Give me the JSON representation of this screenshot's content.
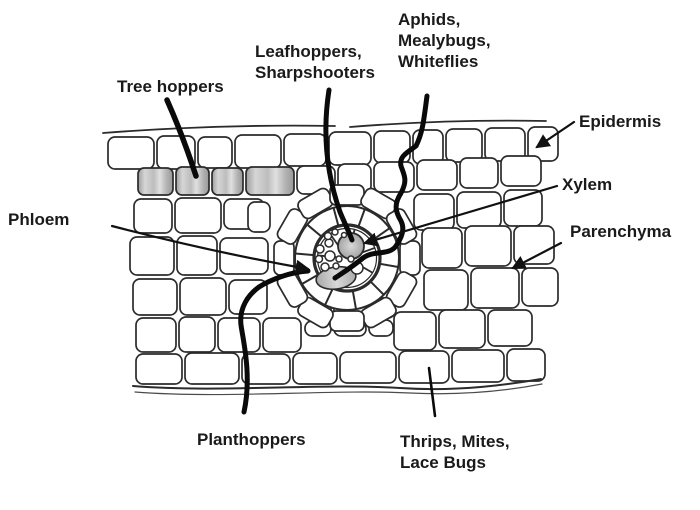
{
  "diagram": {
    "labels": {
      "tree_hoppers": {
        "text": "Tree hoppers"
      },
      "leafhoppers": {
        "lines": [
          "Leafhoppers,",
          "Sharpshooters"
        ]
      },
      "aphids": {
        "lines": [
          "Aphids,",
          "Mealybugs,",
          "Whiteflies"
        ]
      },
      "epidermis": {
        "text": "Epidermis"
      },
      "xylem": {
        "text": "Xylem"
      },
      "phloem": {
        "text": "Phloem"
      },
      "parenchyma": {
        "text": "Parenchyma"
      },
      "planthoppers": {
        "text": "Planthoppers"
      },
      "thrips": {
        "lines": [
          "Thrips, Mites,",
          "Lace Bugs"
        ]
      }
    },
    "colors": {
      "background": "#ffffff",
      "text": "#1a1a1a",
      "cell_outline": "#2b2b2b",
      "pointer_line": "#111111",
      "shaded_cell": "#c4c4c4",
      "xylem_fill": "#bdbdbd",
      "phloem_fill": "#c6c6c6"
    }
  }
}
